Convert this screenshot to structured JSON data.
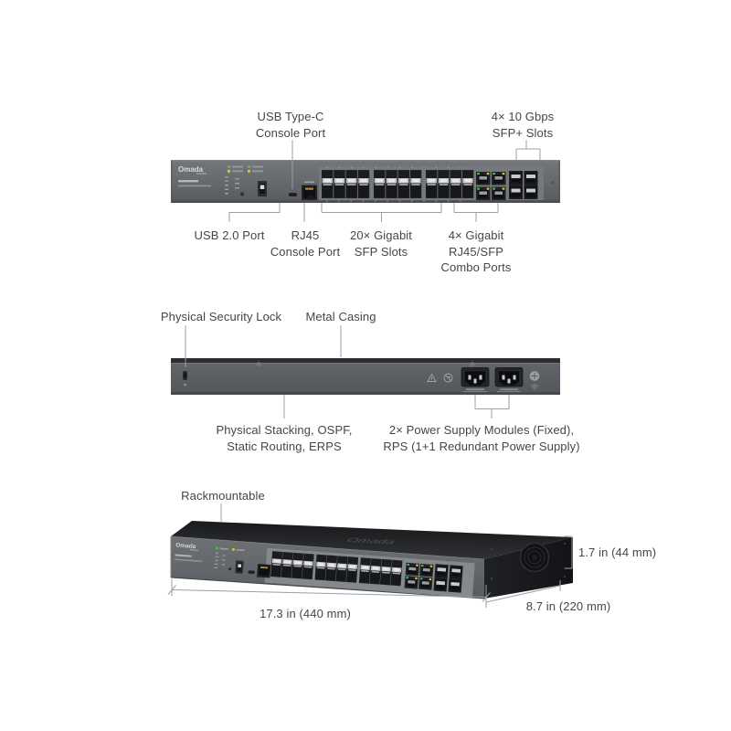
{
  "colors": {
    "label_text": "#43464a",
    "callout_line": "#9aa0a4",
    "led_green": "#46c24e",
    "led_yellow": "#e8c324",
    "chassis_gray": "#66696d",
    "chassis_dark": "#1a1c1e"
  },
  "front_view": {
    "brand": "Omada",
    "callouts": {
      "usb_type_c": [
        "USB Type-C",
        "Console Port"
      ],
      "sfp_plus": [
        "4× 10 Gbps",
        "SFP+ Slots"
      ],
      "usb_2": [
        "USB 2.0 Port"
      ],
      "rj45_console": [
        "RJ45",
        "Console Port"
      ],
      "sfp_20": [
        "20× Gigabit",
        "SFP Slots"
      ],
      "combo": [
        "4× Gigabit",
        "RJ45/SFP",
        "Combo Ports"
      ]
    }
  },
  "rear_view": {
    "callouts": {
      "security_lock": [
        "Physical Security Lock"
      ],
      "metal_casing": [
        "Metal Casing"
      ],
      "stacking": [
        "Physical Stacking, OSPF,",
        "Static Routing, ERPS"
      ],
      "power": [
        "2× Power Supply Modules (Fixed),",
        "RPS (1+1 Redundant Power Supply)"
      ]
    }
  },
  "perspective_view": {
    "brand": "Omada",
    "callouts": {
      "rackmountable": [
        "Rackmountable"
      ]
    },
    "dimensions": {
      "width": "17.3 in (440 mm)",
      "depth": "8.7 in (220 mm)",
      "height": "1.7 in (44 mm)"
    }
  }
}
